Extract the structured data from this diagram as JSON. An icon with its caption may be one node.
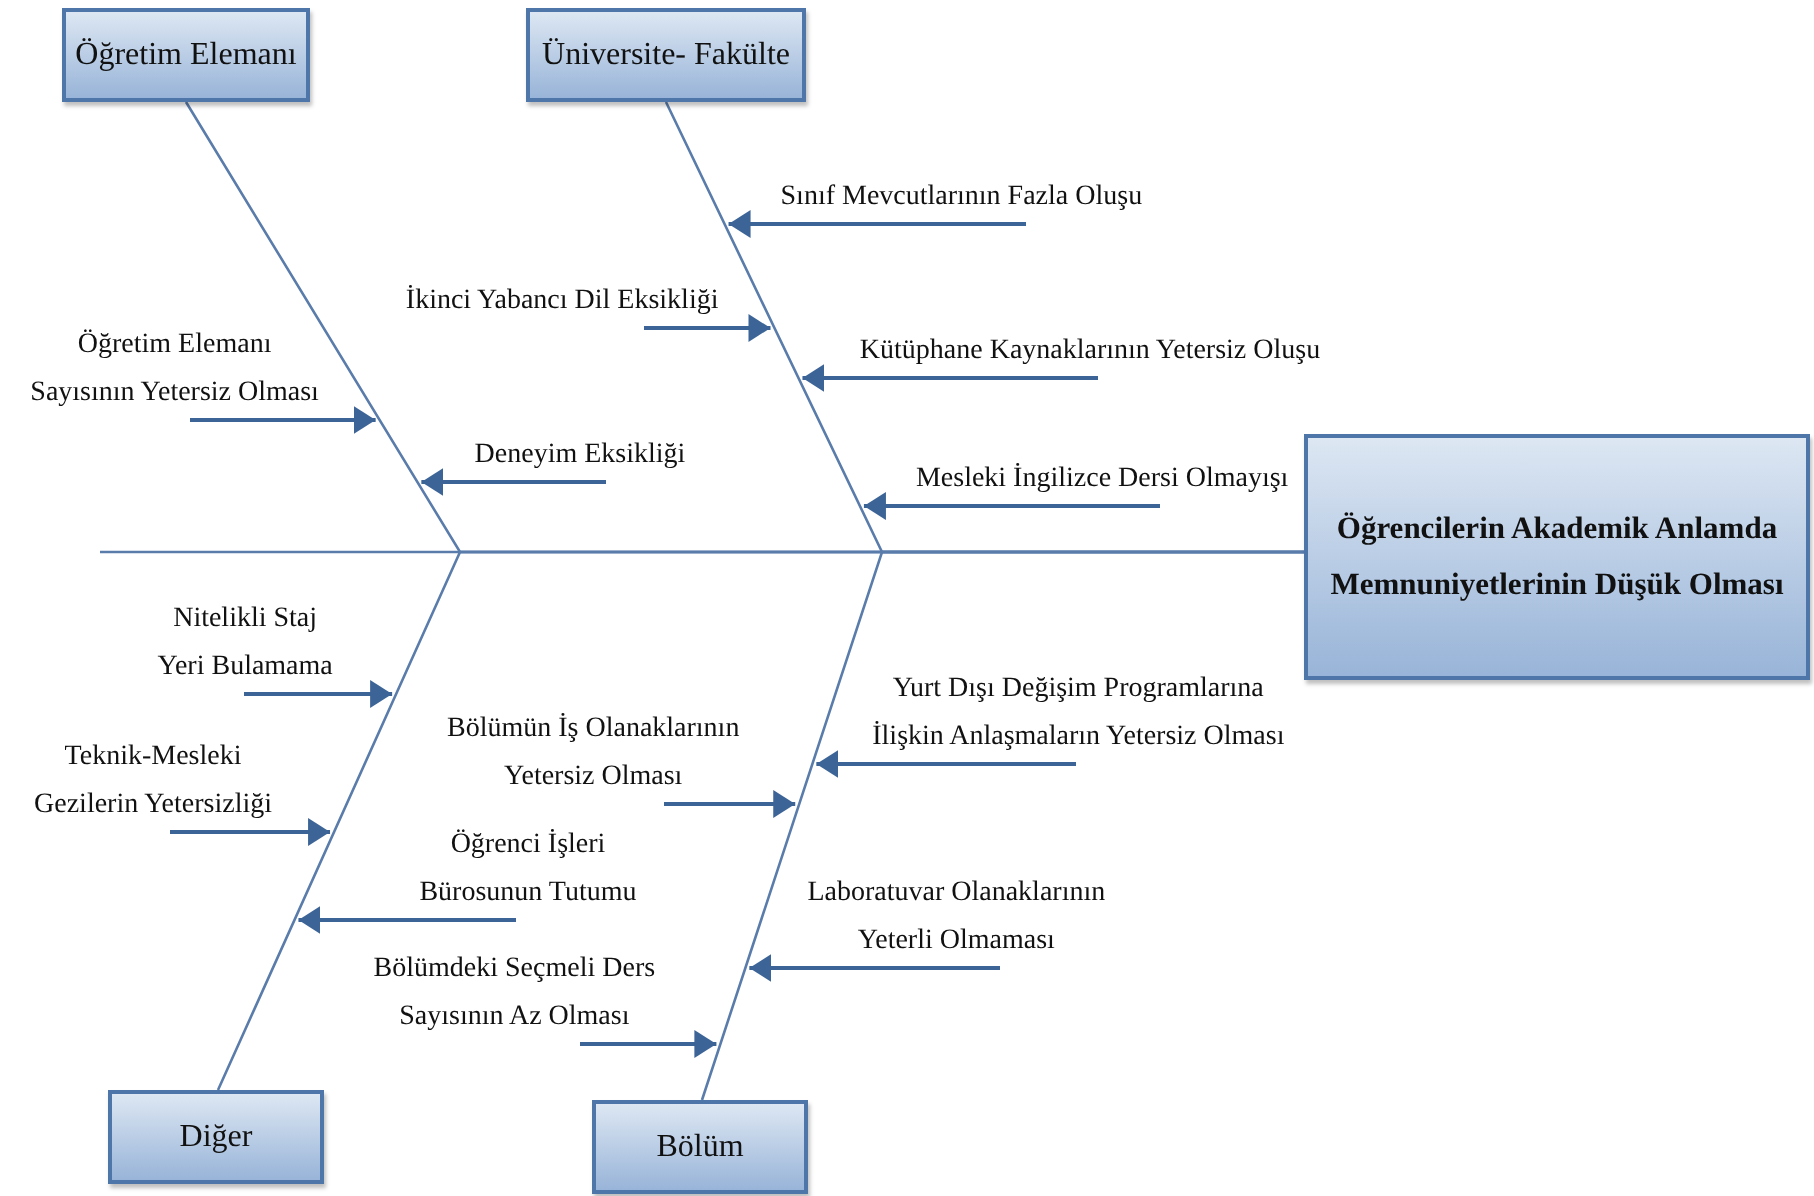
{
  "diagram": {
    "nodes": [
      {
        "text": [
          "Öğretim Elemanı"
        ]
      },
      {
        "text": [
          "Üniversite- Fakülte"
        ]
      },
      {
        "text": [
          "Sınıf Mevcutlarının Fazla Oluşu"
        ]
      },
      {
        "text": [
          "İkinci Yabancı Dil Eksikliği"
        ]
      },
      {
        "text": [
          "Öğretim Elemanı Sayısının Yetersiz Olması"
        ]
      },
      {
        "text": [
          "Kütüphane Kaynaklarının Yetersiz Oluşu"
        ]
      },
      {
        "text": [
          "Deneyim Eksikliği"
        ]
      },
      {
        "text": [
          "Mesleki İngilizce Dersi Olmayışı"
        ]
      },
      {
        "text": [
          "Öğrencilerin Akademik Anlamda Memnuniyetlerinin Düşük Olması"
        ]
      },
      {
        "text": [
          "Nitelikli Staj Yeri Bulamama"
        ]
      },
      {
        "text": [
          "Yurt Dışı Değişim Programlarına İlişkin Anlaşmaların Yetersiz Olması"
        ]
      },
      {
        "text": [
          "Bölümün İş Olanaklarının Yetersiz Olması"
        ]
      },
      {
        "text": [
          "Teknik-Mesleki Gezilerin Yetersizliği"
        ]
      },
      {
        "text": [
          "Öğrenci İşleri Bürosunun Tutumu"
        ]
      },
      {
        "text": [
          "Laboratuvar Olanaklarının Yeterli Olmaması"
        ]
      },
      {
        "text": [
          "Bölümdeki Seçmeli Ders Sayısının Az Olması"
        ]
      },
      {
        "text": [
          "Diğer"
        ]
      },
      {
        "text": [
          "Bölüm"
        ]
      }
    ],
    "edges": [
      {
        "from": 0,
        "to": 8,
        "arrow": "none"
      },
      {
        "from": 1,
        "to": 8,
        "arrow": "none"
      },
      {
        "from": 16,
        "to": 8,
        "arrow": "none"
      },
      {
        "from": 17,
        "to": 8,
        "arrow": "none"
      },
      {
        "from": null,
        "to": 8,
        "arrow": "none"
      },
      {
        "from": 2,
        "to": null,
        "arrow": "to"
      },
      {
        "from": 3,
        "to": null,
        "arrow": "to"
      },
      {
        "from": 4,
        "to": null,
        "arrow": "to"
      },
      {
        "from": 5,
        "to": null,
        "arrow": "to"
      },
      {
        "from": 6,
        "to": null,
        "arrow": "to"
      },
      {
        "from": 7,
        "to": null,
        "arrow": "to"
      },
      {
        "from": 9,
        "to": null,
        "arrow": "to"
      },
      {
        "from": 10,
        "to": null,
        "arrow": "to"
      },
      {
        "from": 11,
        "to": null,
        "arrow": "to"
      },
      {
        "from": 12,
        "to": null,
        "arrow": "to"
      },
      {
        "from": 13,
        "to": null,
        "arrow": "to"
      },
      {
        "from": 14,
        "to": null,
        "arrow": "to"
      },
      {
        "from": 15,
        "to": null,
        "arrow": "to"
      }
    ]
  }
}
